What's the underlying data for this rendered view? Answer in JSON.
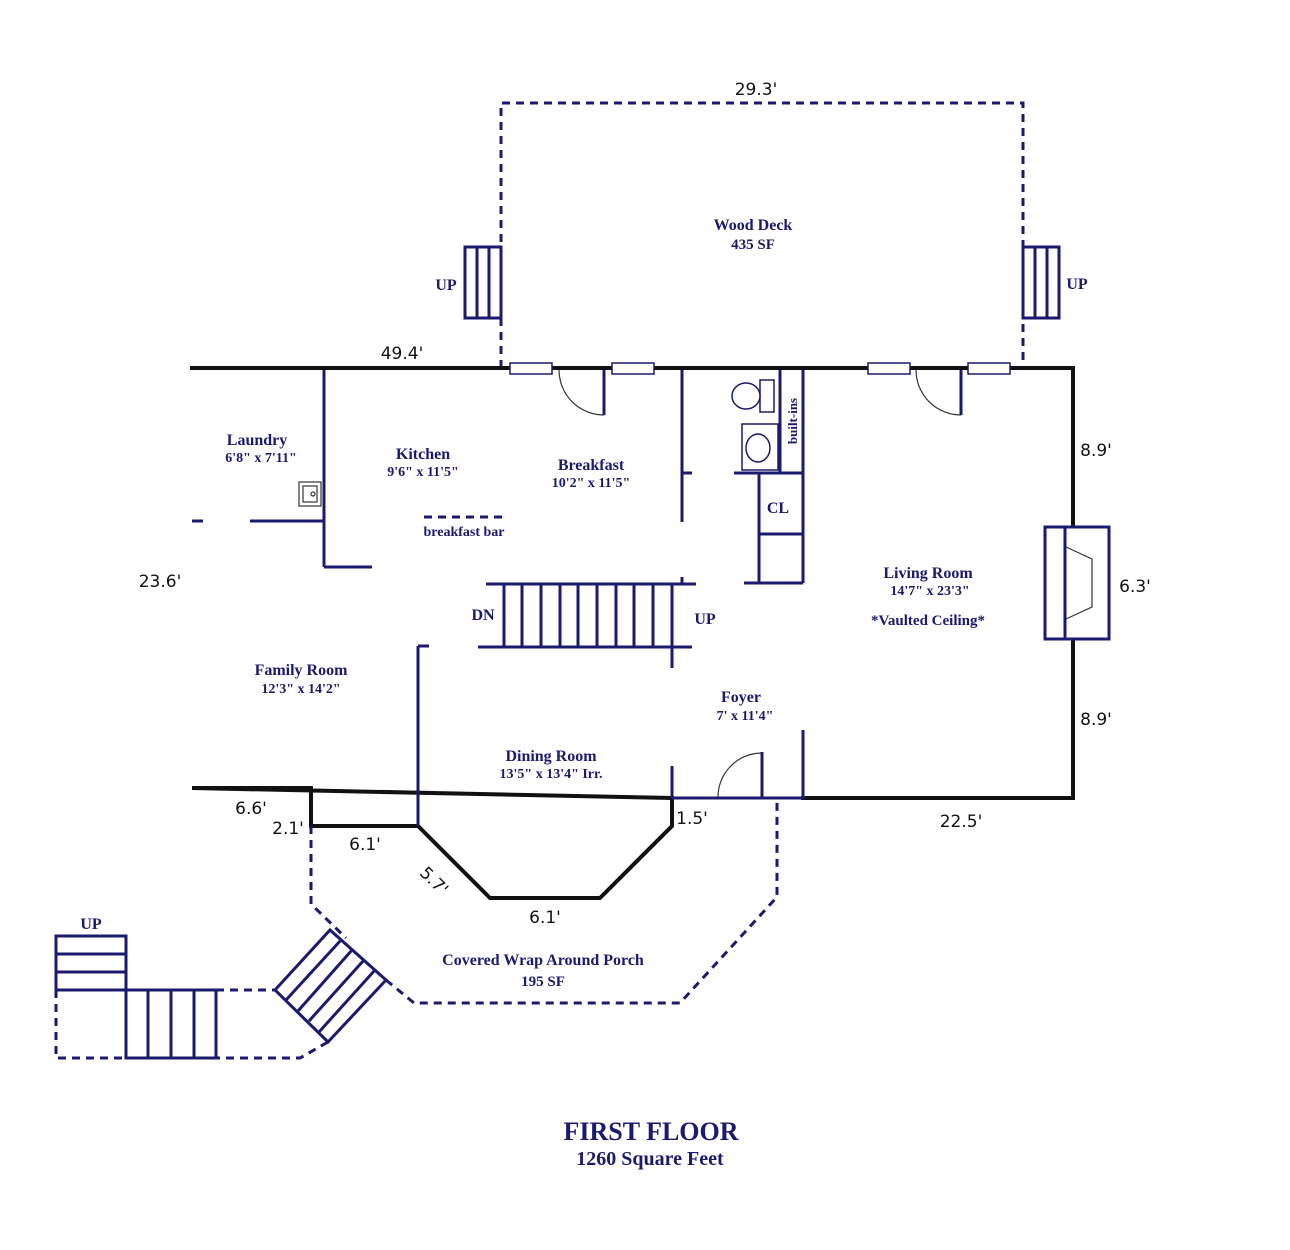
{
  "colors": {
    "label": "#1a1a6e",
    "wall": "#111111",
    "background": "#ffffff"
  },
  "rooms": {
    "deck": {
      "name": "Wood Deck",
      "size": "435 SF"
    },
    "laundry": {
      "name": "Laundry",
      "size": "6'8\" x 7'11\""
    },
    "kitchen": {
      "name": "Kitchen",
      "size": "9'6\" x 11'5\""
    },
    "breakfast": {
      "name": "Breakfast",
      "size": "10'2\" x 11'5\""
    },
    "breakfast_bar": "breakfast bar",
    "built_ins": "built-ins",
    "closet": "CL",
    "living": {
      "name": "Living Room",
      "size": "14'7\" x 23'3\"",
      "note": "*Vaulted Ceiling*"
    },
    "family": {
      "name": "Family Room",
      "size": "12'3\" x 14'2\""
    },
    "foyer": {
      "name": "Foyer",
      "size": "7' x 11'4\""
    },
    "dining": {
      "name": "Dining Room",
      "size": "13'5\" x 13'4\" Irr."
    },
    "porch": {
      "name": "Covered Wrap Around Porch",
      "size": "195 SF"
    }
  },
  "stairs": {
    "up": "UP",
    "down": "DN"
  },
  "dimensions": {
    "deck_width": "29.3'",
    "top_wall": "49.4'",
    "left_wall": "23.6'",
    "right_upper": "8.9'",
    "fireplace": "6.3'",
    "right_lower": "8.9'",
    "bottom_right": "22.5'",
    "bottom_left": "6.6'",
    "step_down": "2.1'",
    "bay_left": "6.1'",
    "bay_diag": "5.7'",
    "bay_bottom": "6.1'",
    "bay_right": "1.5'"
  },
  "title": {
    "floor": "FIRST FLOOR",
    "area": "1260 Square Feet"
  }
}
